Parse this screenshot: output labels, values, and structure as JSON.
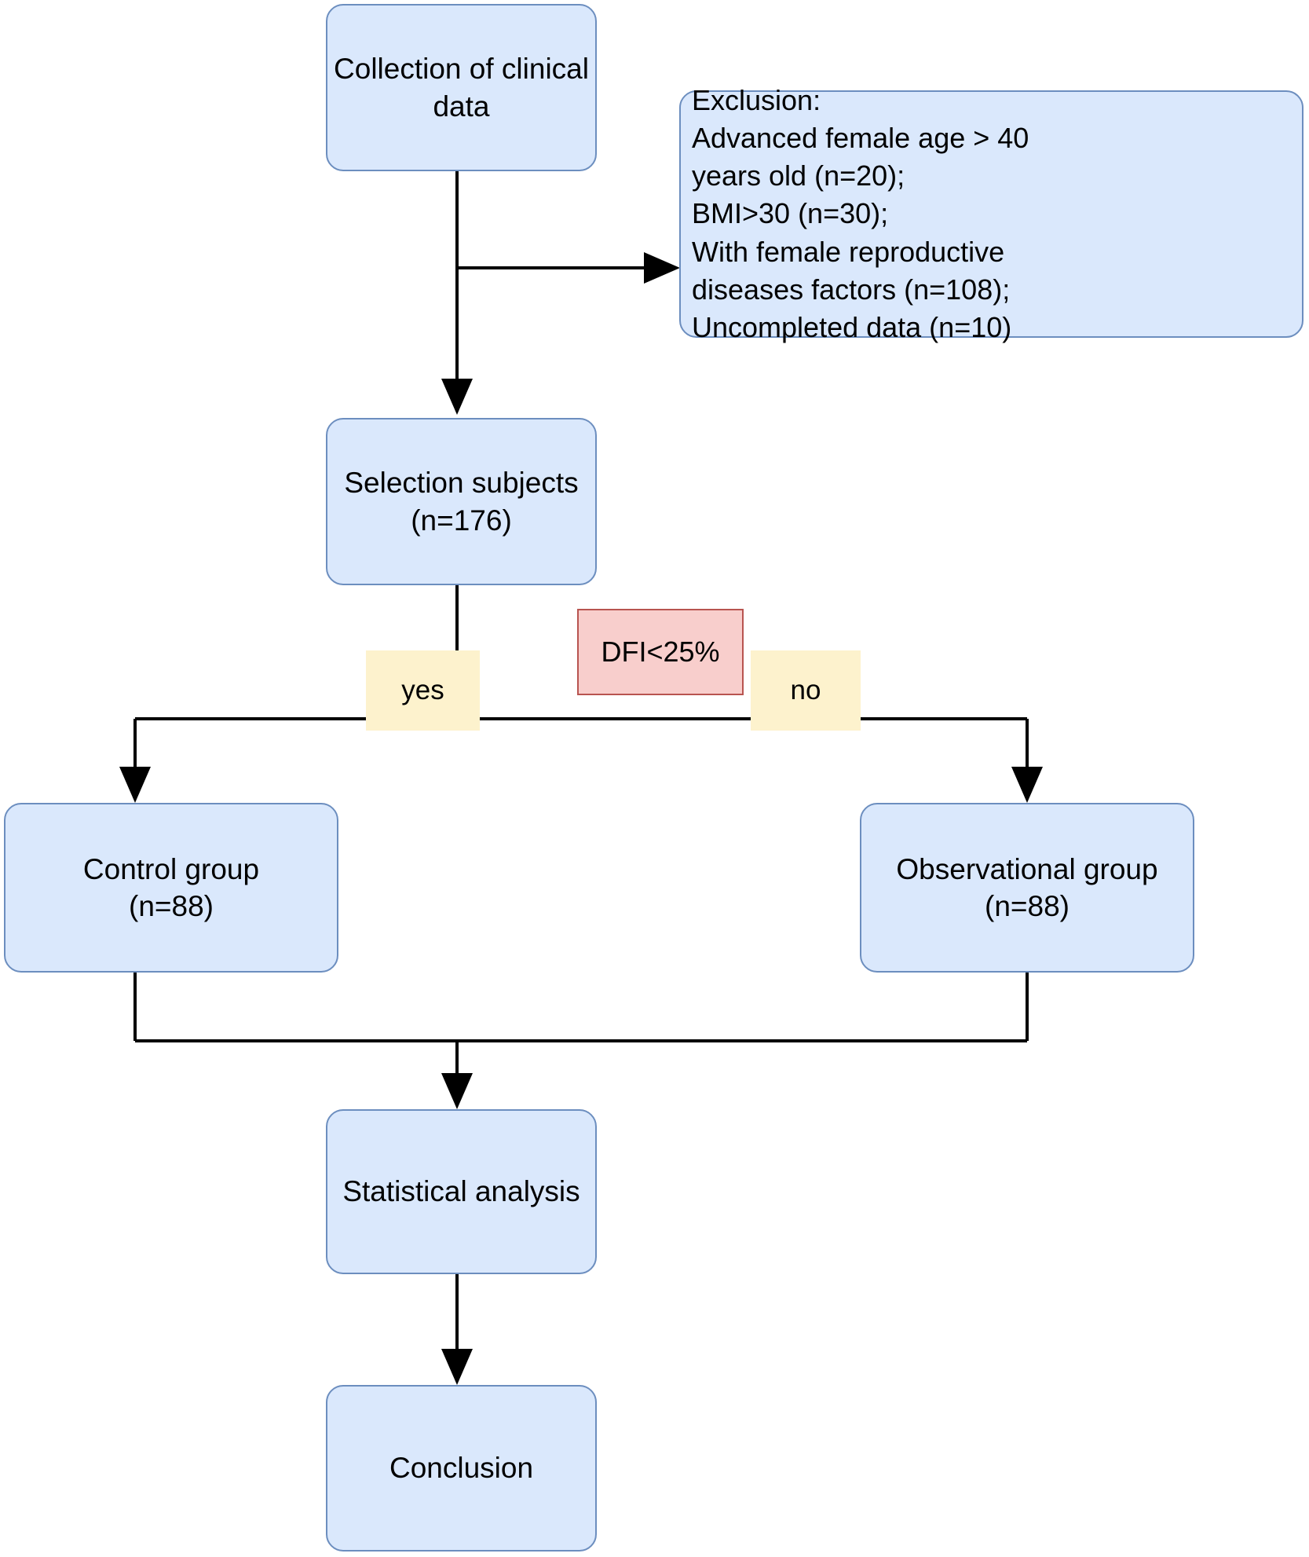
{
  "diagram": {
    "title": "Study flow diagram",
    "colors": {
      "node_fill": "#dae8fc",
      "node_border": "#6c8ebf",
      "condition_fill": "#f8cecc",
      "condition_border": "#b85450",
      "branch_label_fill": "#fdf2cd",
      "connector": "#000000",
      "background": "#ffffff"
    },
    "nodes": {
      "collection": "Collection of clinical\ndata",
      "exclusion": "Exclusion:\nAdvanced female age > 40\nyears old (n=20);\nBMI>30 (n=30);\nWith female reproductive\ndiseases factors (n=108);\nUncompleted data (n=10)",
      "selection": "Selection subjects\n(n=176)",
      "control_group": "Control group\n(n=88)",
      "observational_group": "Observational group\n(n=88)",
      "statistical_analysis": "Statistical analysis",
      "conclusion": "Conclusion"
    },
    "edge_labels": {
      "condition": "DFI<25%",
      "yes": "yes",
      "no": "no"
    }
  }
}
